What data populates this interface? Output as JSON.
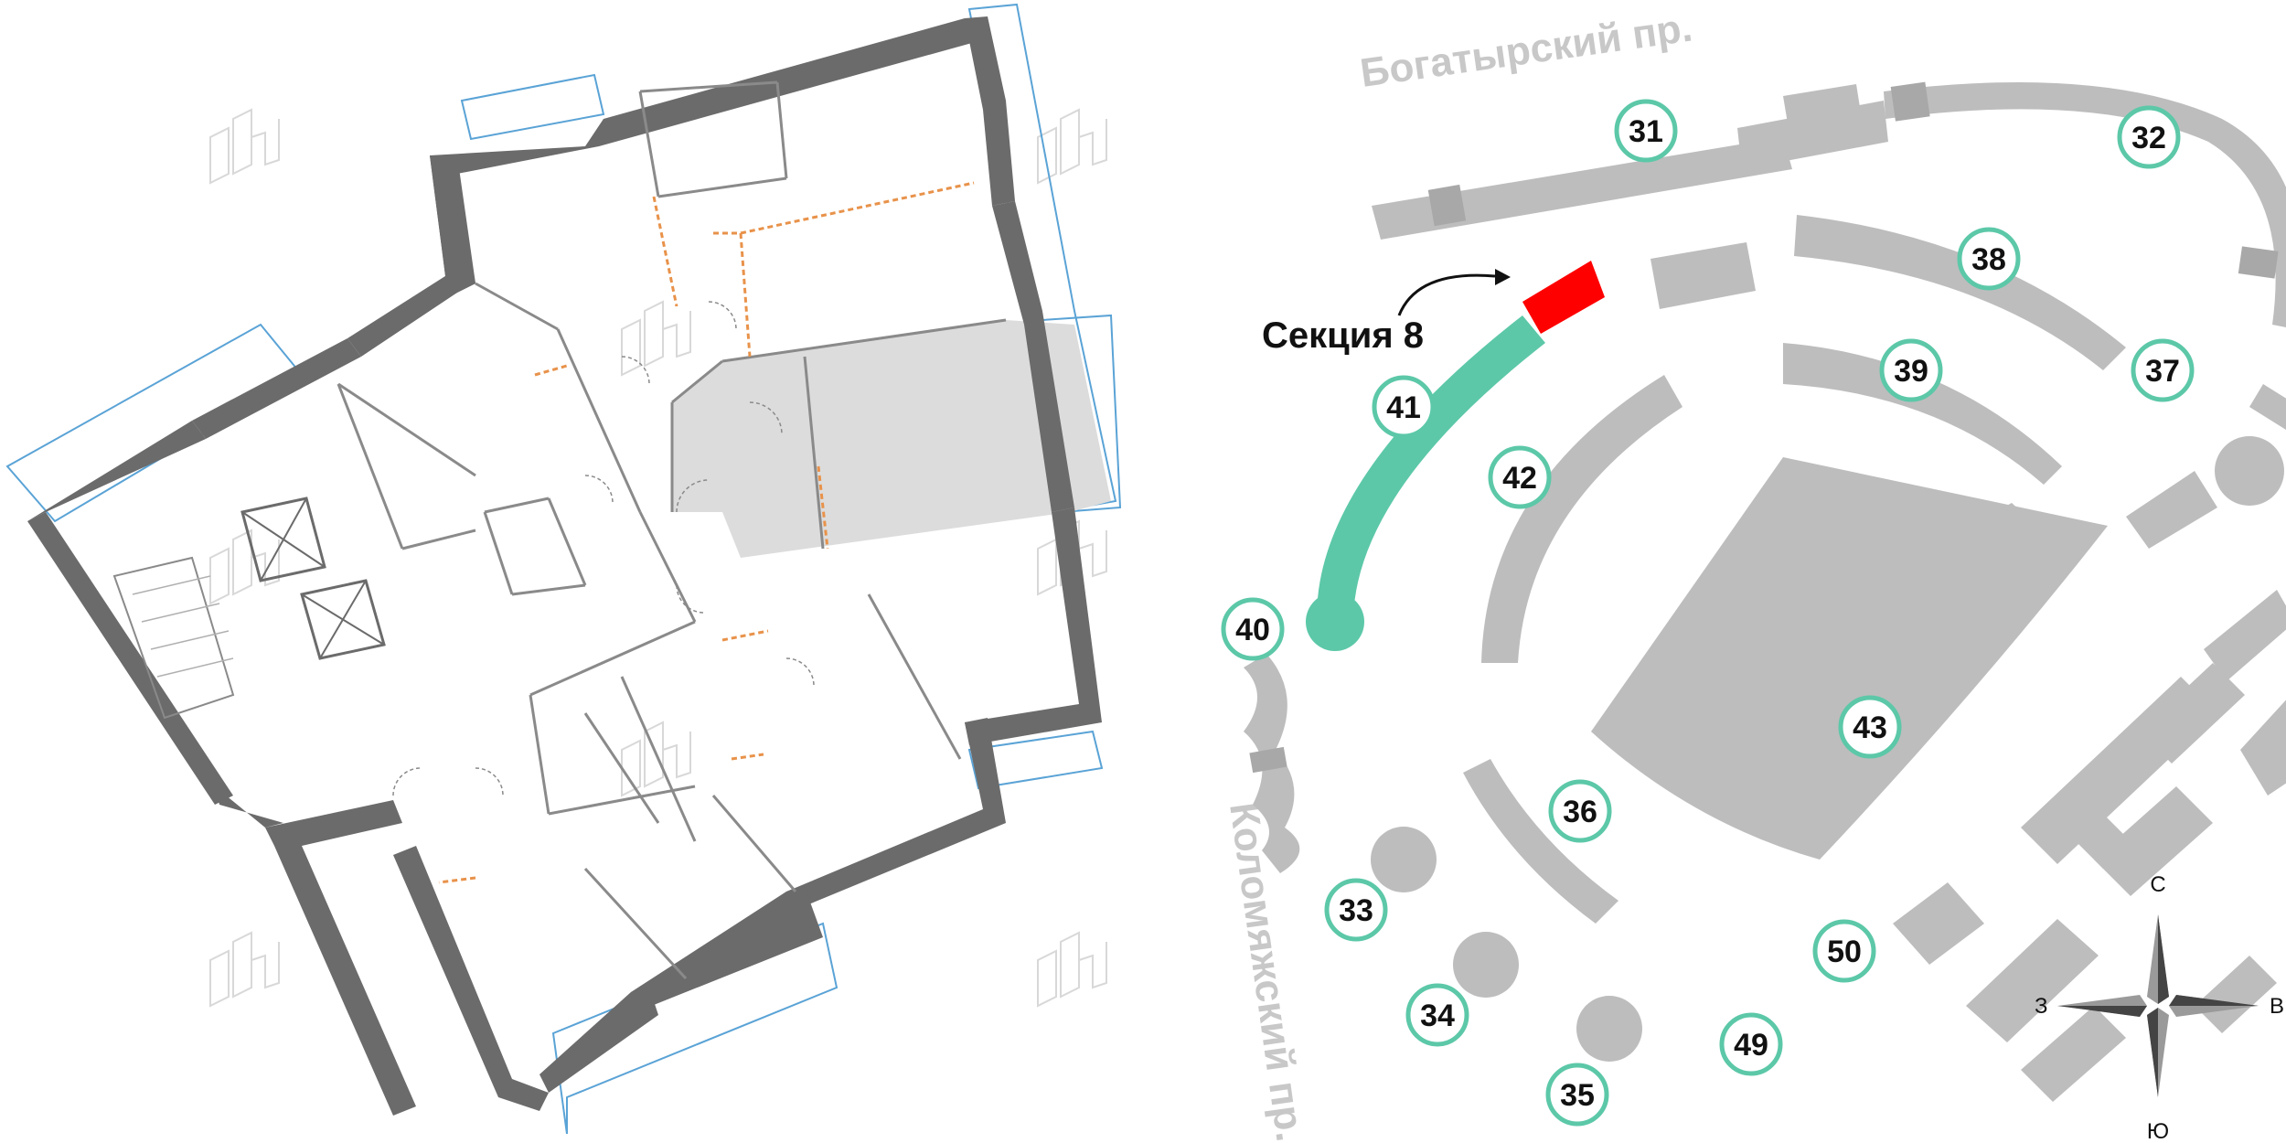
{
  "floor_plan": {
    "highlighted_apartment_color": "#dcdcdc",
    "wall_color": "#6b6b6b",
    "balcony_line_color": "#5aa3d6",
    "partition_color": "#e8924a"
  },
  "site_map": {
    "streets": {
      "north": "Богатырский пр.",
      "west": "Коломяжский пр."
    },
    "section_callout": {
      "label": "Секция 8",
      "highlight_color": "#ff0000"
    },
    "selected_building_color": "#5cc8a8",
    "building_color": "#bdbdbd",
    "buildings": [
      {
        "number": "31",
        "selected": false
      },
      {
        "number": "32",
        "selected": false
      },
      {
        "number": "38",
        "selected": false
      },
      {
        "number": "37",
        "selected": false
      },
      {
        "number": "39",
        "selected": false
      },
      {
        "number": "41",
        "selected": true
      },
      {
        "number": "42",
        "selected": false
      },
      {
        "number": "40",
        "selected": false
      },
      {
        "number": "43",
        "selected": false
      },
      {
        "number": "36",
        "selected": false
      },
      {
        "number": "33",
        "selected": false
      },
      {
        "number": "34",
        "selected": false
      },
      {
        "number": "35",
        "selected": false
      },
      {
        "number": "50",
        "selected": false
      },
      {
        "number": "49",
        "selected": false
      }
    ],
    "compass": {
      "north": "С",
      "south": "Ю",
      "east": "В",
      "west": "З"
    }
  }
}
